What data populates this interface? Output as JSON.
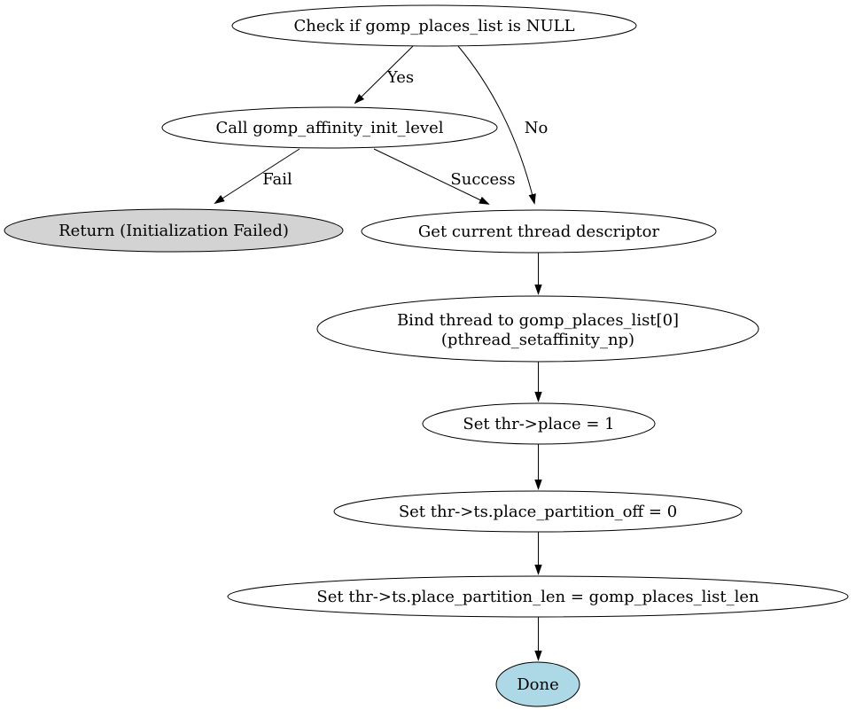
{
  "diagram": {
    "background": "#ffffff",
    "stroke_color": "#000000",
    "colors": {
      "default_fill": "#ffffff",
      "fail_fill": "#d3d3d3",
      "done_fill": "#add8e6"
    },
    "nodes": {
      "check_null": {
        "label": "Check if gomp_places_list is NULL"
      },
      "init_level": {
        "label": "Call gomp_affinity_init_level"
      },
      "return_failed": {
        "label": "Return (Initialization Failed)"
      },
      "get_thread": {
        "label": "Get current thread descriptor"
      },
      "bind_thread": {
        "line1": "Bind thread to gomp_places_list[0]",
        "line2": "(pthread_setaffinity_np)"
      },
      "set_place": {
        "label": "Set thr->place = 1"
      },
      "set_partition_off": {
        "label": "Set thr->ts.place_partition_off = 0"
      },
      "set_partition_len": {
        "label": "Set thr->ts.place_partition_len = gomp_places_list_len"
      },
      "done": {
        "label": "Done"
      }
    },
    "edge_labels": {
      "yes": "Yes",
      "no": "No",
      "fail": "Fail",
      "success": "Success"
    }
  }
}
